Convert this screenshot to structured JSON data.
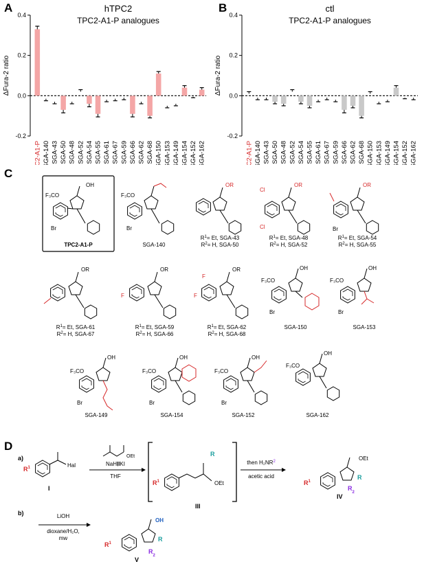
{
  "panels": {
    "a": "A",
    "b": "B",
    "c": "C",
    "d": "D"
  },
  "colors": {
    "highlight": "#f4a6a6",
    "control": "#c9c9c9",
    "red_text": "#d62728",
    "blue": "#1f5fbf",
    "purple": "#8a2be2",
    "teal": "#1a9e9e"
  },
  "chart_data": [
    {
      "type": "bar",
      "title": "hTPC2",
      "subtitle": "TPC2-A1-P analogues",
      "ylabel": "ΔFura-2 ratio",
      "ylim": [
        -0.2,
        0.4
      ],
      "yticks": [
        "-0.2",
        "0.0",
        "0.2",
        "0.4"
      ],
      "categories": [
        "TPC2-A1-P",
        "SGA-140",
        "SGA-43",
        "SGA-50",
        "SGA-48",
        "SGA-52",
        "SGA-54",
        "SGA-55",
        "SGA-61",
        "SGA-67",
        "SGA-59",
        "SGA-66",
        "SGA-62",
        "SGA-68",
        "SGA-150",
        "SGA-153",
        "SGA-149",
        "SGA-154",
        "SGA-152",
        "SGA-162"
      ],
      "values": [
        0.33,
        -0.015,
        -0.03,
        -0.07,
        -0.03,
        0.02,
        -0.04,
        -0.09,
        -0.02,
        -0.015,
        -0.01,
        -0.09,
        -0.03,
        -0.1,
        0.11,
        -0.05,
        -0.04,
        0.04,
        -0.005,
        0.03
      ],
      "errors": [
        0.015,
        0.01,
        0.01,
        0.015,
        0.01,
        0.01,
        0.015,
        0.015,
        0.01,
        0.01,
        0.01,
        0.015,
        0.01,
        0.01,
        0.01,
        0.01,
        0.01,
        0.01,
        0.005,
        0.01
      ],
      "highlighted": [
        true,
        false,
        false,
        true,
        false,
        false,
        true,
        true,
        false,
        false,
        false,
        true,
        false,
        true,
        true,
        false,
        false,
        true,
        false,
        true
      ]
    },
    {
      "type": "bar",
      "title": "ctl",
      "subtitle": "TPC2-A1-P analogues",
      "ylabel": "ΔFura-2 ratio",
      "ylim": [
        -0.2,
        0.4
      ],
      "yticks": [
        "-0.2",
        "0.0",
        "0.2",
        "0.4"
      ],
      "categories": [
        "TPC2-A1-P",
        "SGA-140",
        "SGA-43",
        "SGA-50",
        "SGA-48",
        "SGA-52",
        "SGA-54",
        "SGA-55",
        "SGA-61",
        "SGA-67",
        "SGA-59",
        "SGA-66",
        "SGA-62",
        "SGA-68",
        "SGA-150",
        "SGA-153",
        "SGA-149",
        "SGA-154",
        "SGA-152",
        "SGA-162"
      ],
      "values": [
        0.01,
        -0.01,
        -0.01,
        -0.03,
        -0.04,
        0.02,
        -0.03,
        -0.05,
        -0.02,
        -0.01,
        -0.02,
        -0.07,
        -0.05,
        -0.1,
        0.01,
        -0.03,
        -0.02,
        0.04,
        -0.01,
        -0.01
      ],
      "errors": [
        0.01,
        0.01,
        0.01,
        0.01,
        0.01,
        0.01,
        0.01,
        0.01,
        0.01,
        0.01,
        0.01,
        0.015,
        0.01,
        0.01,
        0.01,
        0.01,
        0.01,
        0.01,
        0.005,
        0.01
      ],
      "highlighted": [
        false,
        false,
        false,
        true,
        true,
        false,
        true,
        true,
        false,
        false,
        false,
        true,
        true,
        true,
        false,
        false,
        false,
        true,
        false,
        false
      ]
    }
  ],
  "structures": {
    "s1": {
      "name": "TPC2-A1-P",
      "acid": "OH",
      "sub": "F₃CO",
      "halo": "Br"
    },
    "s2": {
      "name": "SGA-140",
      "sub": "F₃CO",
      "halo": "Br"
    },
    "s3": {
      "l1a": "R",
      "l1b": "1",
      "l1c": "= Et, SGA-43",
      "l2a": "R",
      "l2b": "2",
      "l2c": "= H, SGA-50",
      "ester": "OR"
    },
    "s4": {
      "l1a": "R",
      "l1b": "1",
      "l1c": "= Et, SGA-48",
      "l2a": "R",
      "l2b": "2",
      "l2c": "= H, SGA-52",
      "ester": "OR",
      "cl": "Cl"
    },
    "s5": {
      "l1a": "R",
      "l1b": "1",
      "l1c": "= Et, SGA-54",
      "l2a": "R",
      "l2b": "2",
      "l2c": "= H, SGA-55",
      "ester": "OR",
      "halo": "Br"
    },
    "s6": {
      "l1a": "R",
      "l1b": "1",
      "l1c": "= Et, SGA-61",
      "l2a": "R",
      "l2b": "2",
      "l2c": "= H, SGA-67",
      "ester": "OR"
    },
    "s7": {
      "l1a": "R",
      "l1b": "1",
      "l1c": "= Et, SGA-59",
      "l2a": "R",
      "l2b": "2",
      "l2c": "= H, SGA-66",
      "ester": "OR",
      "f": "F"
    },
    "s8": {
      "l1a": "R",
      "l1b": "1",
      "l1c": "= Et, SGA-62",
      "l2a": "R",
      "l2b": "2",
      "l2c": "= H, SGA-68",
      "ester": "OR",
      "f": "F"
    },
    "s9": {
      "name": "SGA-150",
      "sub": "F₃CO",
      "acid": "OH",
      "halo": "Br"
    },
    "s10": {
      "name": "SGA-153",
      "sub": "F₃CO",
      "acid": "OH",
      "halo": "Br"
    },
    "s11": {
      "name": "SGA-149",
      "sub": "F₃CO",
      "acid": "OH",
      "halo": "Br"
    },
    "s12": {
      "name": "SGA-154",
      "sub": "F₃CO",
      "acid": "OH",
      "halo": "Br"
    },
    "s13": {
      "name": "SGA-152",
      "sub": "F₃CO",
      "acid": "OH",
      "halo": "Br"
    },
    "s14": {
      "name": "SGA-162",
      "sub": "F₃CO",
      "acid": "OH"
    }
  },
  "scheme": {
    "a": "a)",
    "b": "b)",
    "hal": "Hal",
    "cmpd_I": "I",
    "cmpd_II": "II",
    "cmpd_III": "III",
    "cmpd_IV": "IV",
    "cmpd_V": "V",
    "reag_a": "NaH, KI",
    "solv_a": "THF",
    "then": "then H₂NR",
    "then_sup": "2",
    "acid": "acetic acid",
    "reag_b": "LiOH",
    "solv_b": "dioxane/H₂O,",
    "mw": "mw",
    "oet": "OEt",
    "oh": "OH",
    "r": "R",
    "r1": "R",
    "r1_sup": "1",
    "r2": "R",
    "r2_sup": "2"
  }
}
